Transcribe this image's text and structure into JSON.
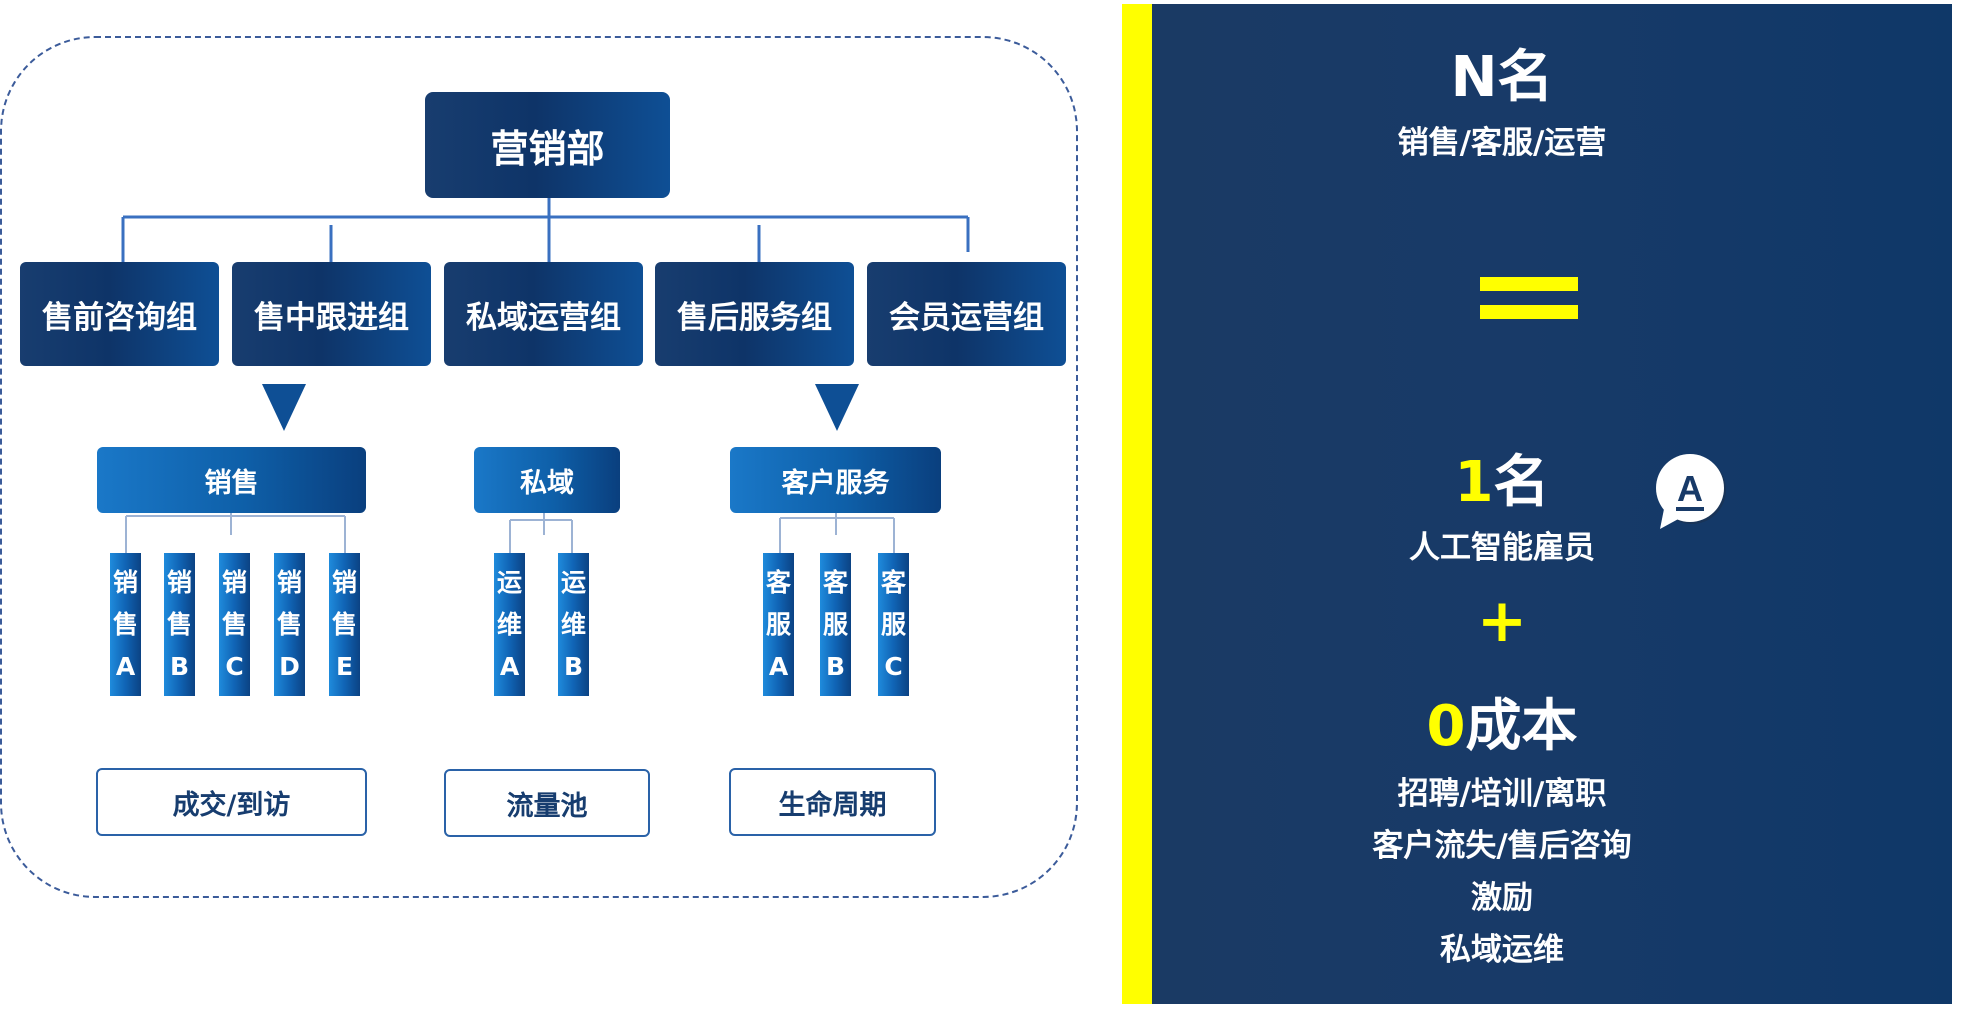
{
  "org_chart": {
    "department": "营销部",
    "groups": [
      "售前咨询组",
      "售中跟进组",
      "私域运营组",
      "售后服务组",
      "会员运营组"
    ],
    "teams": [
      {
        "label": "销售",
        "members": [
          "销\n售\nA",
          "销\n售\nB",
          "销\n售\nC",
          "销\n售\nD",
          "销\n售\nE"
        ],
        "focus": "成交/到访"
      },
      {
        "label": "私域",
        "members": [
          "运\n维\nA",
          "运\n维\nB"
        ],
        "focus": "流量池"
      },
      {
        "label": "客户服务",
        "members": [
          "客\n服\nA",
          "客\n服\nB",
          "客\n服\nC"
        ],
        "focus": "生命周期"
      }
    ]
  },
  "summary": {
    "headcount": "N名",
    "roles": "销售/客服/运营",
    "ai_count_num": "1",
    "ai_count_unit": "名",
    "ai_label": "人工智能雇员",
    "plus": "+",
    "cost_num": "0",
    "cost_unit": "成本",
    "savings": [
      "招聘/培训/离职",
      "客户流失/售后咨询",
      "激励",
      "私域运维"
    ]
  },
  "colors": {
    "accent": "#ffff00",
    "panel": "#183a68",
    "box": "#0e3468",
    "line": "#3a70c0"
  },
  "icons": [
    "down-triangle-icon",
    "chat-letter-a-icon"
  ]
}
